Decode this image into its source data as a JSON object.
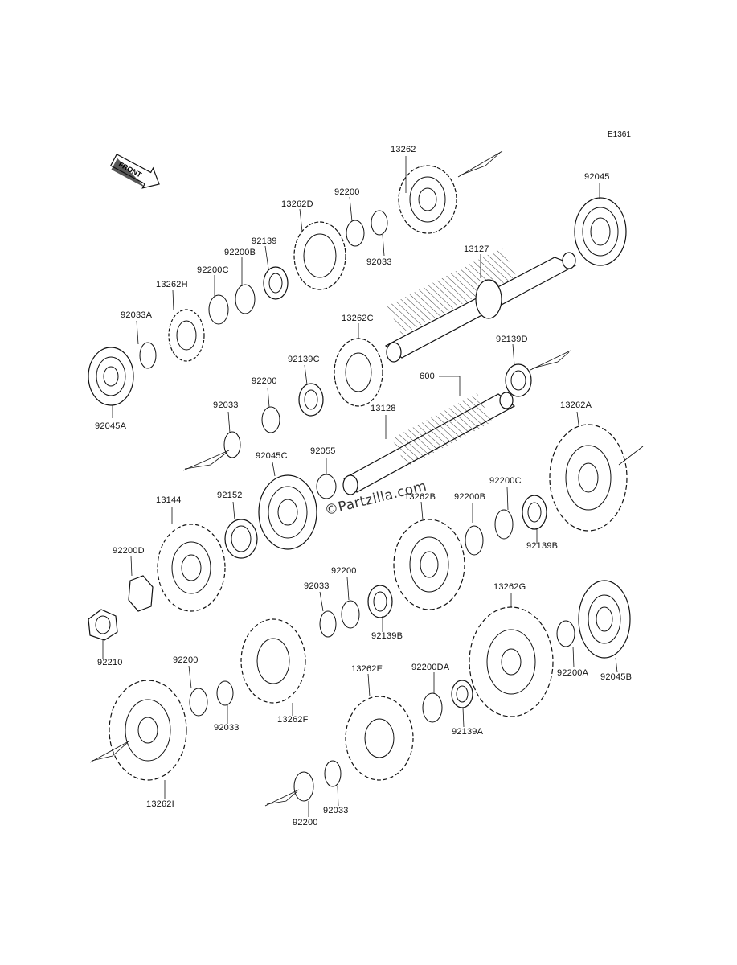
{
  "diagram_code": "E1361",
  "front_label": "FRONT",
  "watermark": "©Partzilla.com",
  "callouts": [
    {
      "id": "c1",
      "text": "13262"
    },
    {
      "id": "c2",
      "text": "92045"
    },
    {
      "id": "c3",
      "text": "92200"
    },
    {
      "id": "c4",
      "text": "13262D"
    },
    {
      "id": "c5",
      "text": "92139"
    },
    {
      "id": "c6",
      "text": "92200B"
    },
    {
      "id": "c7",
      "text": "92200C"
    },
    {
      "id": "c8",
      "text": "13262H"
    },
    {
      "id": "c9",
      "text": "92033A"
    },
    {
      "id": "c10",
      "text": "92033"
    },
    {
      "id": "c11",
      "text": "13127"
    },
    {
      "id": "c12",
      "text": "13262C"
    },
    {
      "id": "c13",
      "text": "92139C"
    },
    {
      "id": "c14",
      "text": "92045A"
    },
    {
      "id": "c15",
      "text": "92200"
    },
    {
      "id": "c16",
      "text": "92139D"
    },
    {
      "id": "c17",
      "text": "600"
    },
    {
      "id": "c18",
      "text": "92033"
    },
    {
      "id": "c19",
      "text": "13128"
    },
    {
      "id": "c20",
      "text": "13262A"
    },
    {
      "id": "c21",
      "text": "92055"
    },
    {
      "id": "c22",
      "text": "92045C"
    },
    {
      "id": "c23",
      "text": "13144"
    },
    {
      "id": "c24",
      "text": "92152"
    },
    {
      "id": "c25",
      "text": "13262B"
    },
    {
      "id": "c26",
      "text": "92200B"
    },
    {
      "id": "c27",
      "text": "92200C"
    },
    {
      "id": "c28",
      "text": "92200D"
    },
    {
      "id": "c29",
      "text": "92139B"
    },
    {
      "id": "c30",
      "text": "92200"
    },
    {
      "id": "c31",
      "text": "92033"
    },
    {
      "id": "c32",
      "text": "13262G"
    },
    {
      "id": "c33",
      "text": "92210"
    },
    {
      "id": "c34",
      "text": "92139B"
    },
    {
      "id": "c35",
      "text": "92200"
    },
    {
      "id": "c36",
      "text": "13262E"
    },
    {
      "id": "c37",
      "text": "92200DA"
    },
    {
      "id": "c38",
      "text": "92033"
    },
    {
      "id": "c39",
      "text": "13262F"
    },
    {
      "id": "c40",
      "text": "92200A"
    },
    {
      "id": "c41",
      "text": "92045B"
    },
    {
      "id": "c42",
      "text": "92139A"
    },
    {
      "id": "c43",
      "text": "13262I"
    },
    {
      "id": "c44",
      "text": "92033"
    },
    {
      "id": "c45",
      "text": "92200"
    }
  ]
}
